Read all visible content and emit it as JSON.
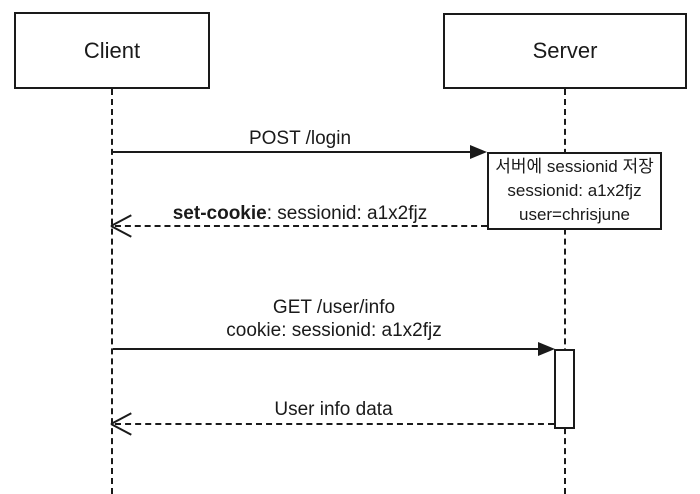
{
  "actors": [
    {
      "label": "Client"
    },
    {
      "label": "Server"
    }
  ],
  "messages": [
    {
      "label": "POST /login",
      "style": "solid",
      "direction": "right"
    },
    {
      "label_bold": "set-cookie",
      "label_rest": ": sessionid: a1x2fjz",
      "style": "dashed",
      "direction": "left"
    },
    {
      "line1": "GET /user/info",
      "line2": "cookie: sessionid: a1x2fjz",
      "style": "solid",
      "direction": "right"
    },
    {
      "label": "User info data",
      "style": "dashed",
      "direction": "left"
    }
  ],
  "note": {
    "lines": [
      "서버에 sessionid 저장",
      "sessionid: a1x2fjz",
      "user=chrisjune"
    ]
  },
  "colors": {
    "ink": "#1a1a1a",
    "background": "#ffffff"
  }
}
